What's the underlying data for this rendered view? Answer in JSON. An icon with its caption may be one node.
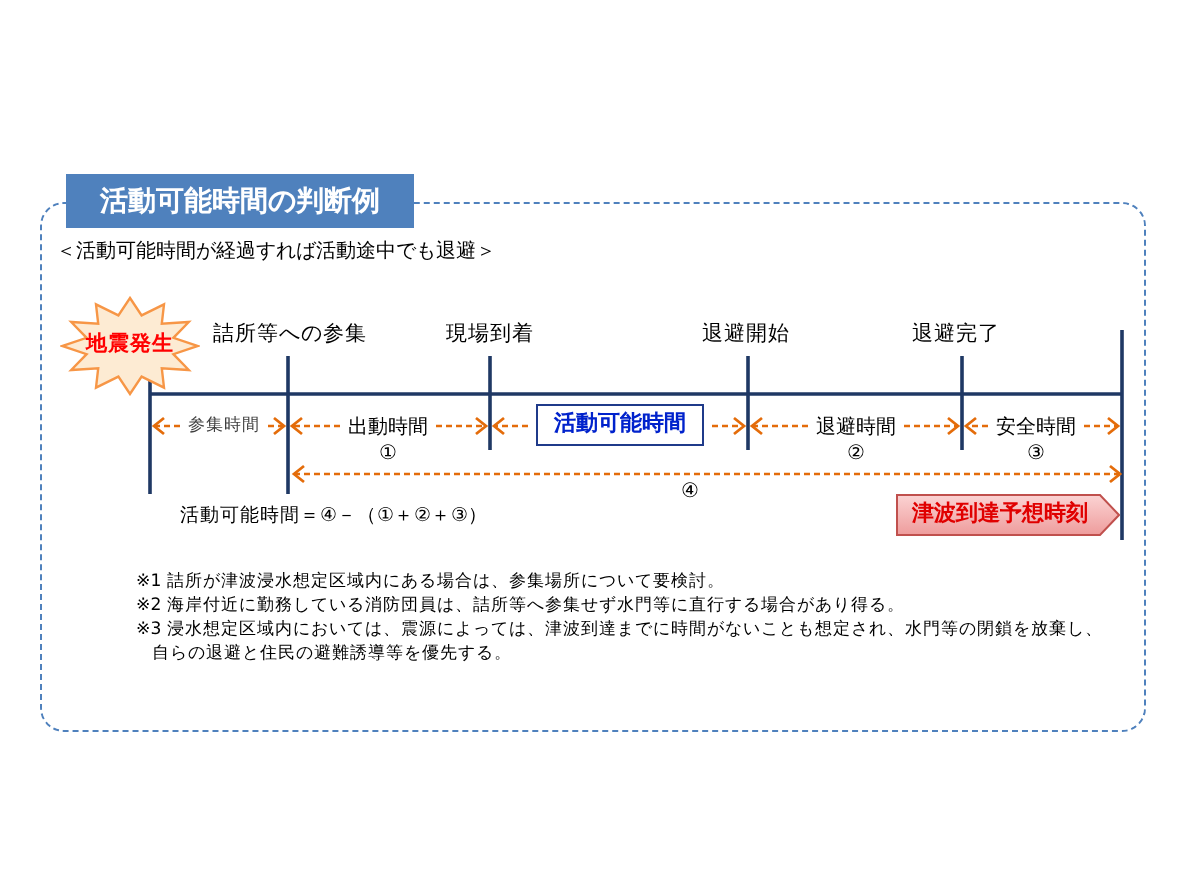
{
  "diagram": {
    "nodes": [
      {
        "text": [
          "活動可能時間の判断例"
        ]
      },
      {
        "text": [
          "地震発生"
        ],
        "in": 0
      },
      {
        "text": [
          "活動可能時間"
        ],
        "in": 0
      },
      {
        "text": [
          "津波到達予想時刻"
        ],
        "in": 0
      }
    ],
    "labels": [
      "＜活動可能時間が経過すれば活動途中でも退避＞",
      "詰所等への参集",
      "現場到着",
      "退避開始",
      "退避完了",
      "参集時間",
      "出動時間",
      "退避時間",
      "安全時間",
      "①",
      "②",
      "③",
      "④",
      "活動可能時間＝④－（①＋②＋③）",
      "※1 詰所が津波浸水想定区域内にある場合は、参集場所について要検討。",
      "※2 海岸付近に勤務している消防団員は、詰所等へ参集せず水門等に直行する場合があり得る。",
      "※3 浸水想定区域内においては、震源によっては、津波到達までに時間がないことも想定され、水門等の閉鎖を放棄し、自らの退避と住民の避難誘導等を優先する。"
    ]
  }
}
